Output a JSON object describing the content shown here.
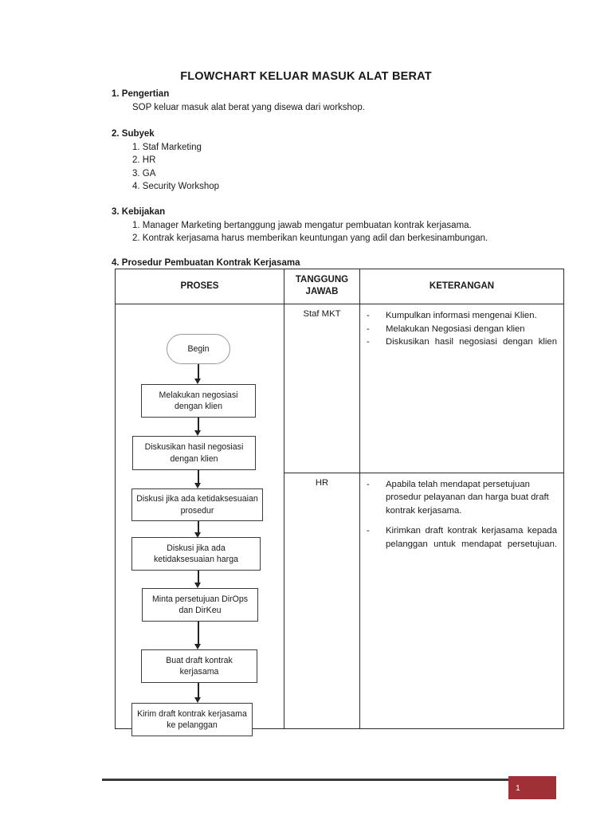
{
  "document": {
    "title": "FLOWCHART KELUAR MASUK ALAT BERAT"
  },
  "sections": {
    "pengertian": {
      "heading": "1. Pengertian",
      "paragraph": "SOP keluar masuk alat berat yang disewa dari workshop."
    },
    "subyek": {
      "heading": "2. Subyek",
      "items": [
        "1. Staf Marketing",
        "2. HR",
        "3. GA",
        "4. Security Workshop"
      ]
    },
    "kebijakan": {
      "heading": "3. Kebijakan",
      "items": [
        "1. Manager Marketing bertanggung jawab mengatur pembuatan kontrak kerjasama.",
        "2. Kontrak kerjasama harus memberikan keuntungan yang adil dan berkesinambungan."
      ]
    },
    "prosedur": {
      "heading": "4. Prosedur Pembuatan Kontrak Kerjasama"
    }
  },
  "table": {
    "headers": {
      "proses": "PROSES",
      "tanggung_jawab_line1": "TANGGUNG",
      "tanggung_jawab_line2": "JAWAB",
      "keterangan": "KETERANGAN"
    },
    "rows": [
      {
        "responsible": "Staf MKT",
        "notes": [
          "Kumpulkan informasi mengenai Klien.",
          "Melakukan Negosiasi dengan klien",
          "Diskusikan hasil negosiasi dengan klien"
        ]
      },
      {
        "responsible": "HR",
        "notes": [
          "Apabila telah mendapat persetujuan prosedur pelayanan dan harga buat draft kontrak kerjasama.",
          "Kirimkan draft kontrak kerjasama kepada pelanggan untuk mendapat persetujuan."
        ]
      }
    ],
    "bullet_dash": "-"
  },
  "flowchart": {
    "nodes": [
      {
        "id": "begin",
        "label": "Begin",
        "shape": "terminator"
      },
      {
        "id": "node1",
        "label": "Melakukan negosiasi dengan klien",
        "shape": "process"
      },
      {
        "id": "node2",
        "label": "Diskusikan hasil negosiasi dengan klien",
        "shape": "process"
      },
      {
        "id": "node3",
        "label": "Diskusi jika ada ketidaksesuaian prosedur",
        "shape": "process"
      },
      {
        "id": "node4",
        "label": "Diskusi jika ada ketidaksesuaian harga",
        "shape": "process"
      },
      {
        "id": "node5",
        "label": "Minta persetujuan DirOps dan DirKeu",
        "shape": "process"
      },
      {
        "id": "node6",
        "label": "Buat draft kontrak kerjasama",
        "shape": "process"
      },
      {
        "id": "node7",
        "label": "Kirim draft kontrak kerjasama ke pelanggan",
        "shape": "process"
      }
    ]
  },
  "footer": {
    "page_number": "1",
    "badge_color": "#9e3036"
  }
}
